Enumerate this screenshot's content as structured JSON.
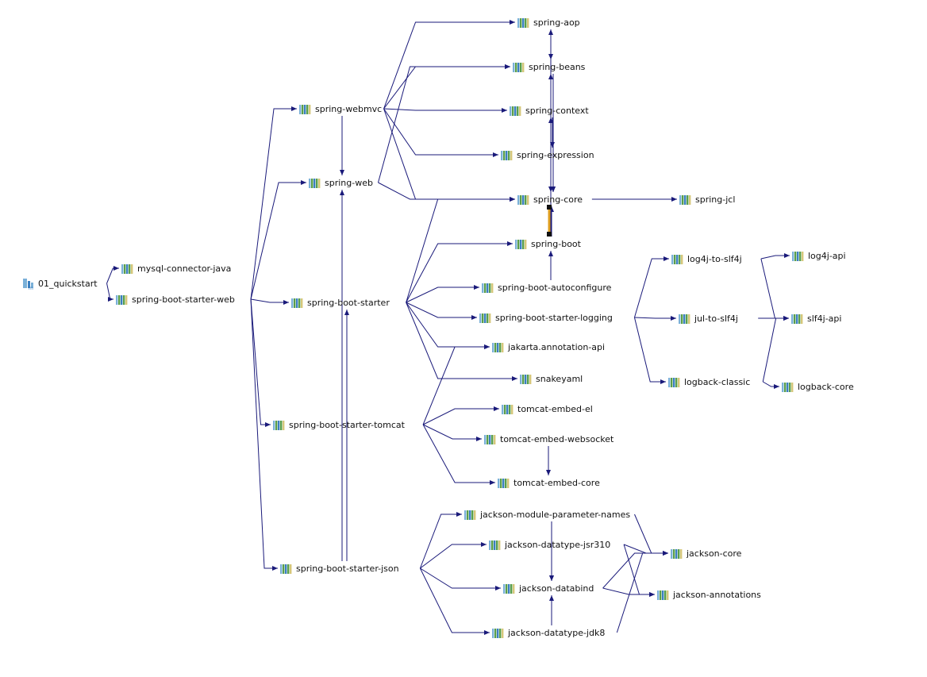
{
  "graph": {
    "root": {
      "id": "quickstart",
      "label": "01_quickstart",
      "icon": "maven-module-icon"
    },
    "nodes": [
      {
        "id": "mysql",
        "label": "mysql-connector-java"
      },
      {
        "id": "sbsweb",
        "label": "spring-boot-starter-web"
      },
      {
        "id": "webmvc",
        "label": "spring-webmvc"
      },
      {
        "id": "web",
        "label": "spring-web"
      },
      {
        "id": "sbstarter",
        "label": "spring-boot-starter"
      },
      {
        "id": "tomcat",
        "label": "spring-boot-starter-tomcat"
      },
      {
        "id": "json",
        "label": "spring-boot-starter-json"
      },
      {
        "id": "aop",
        "label": "spring-aop"
      },
      {
        "id": "beans",
        "label": "spring-beans"
      },
      {
        "id": "context",
        "label": "spring-context"
      },
      {
        "id": "expression",
        "label": "spring-expression"
      },
      {
        "id": "core",
        "label": "spring-core"
      },
      {
        "id": "jcl",
        "label": "spring-jcl"
      },
      {
        "id": "boot",
        "label": "spring-boot"
      },
      {
        "id": "autoconf",
        "label": "spring-boot-autoconfigure"
      },
      {
        "id": "logging",
        "label": "spring-boot-starter-logging"
      },
      {
        "id": "jakarta",
        "label": "jakarta.annotation-api"
      },
      {
        "id": "snakeyaml",
        "label": "snakeyaml"
      },
      {
        "id": "tel",
        "label": "tomcat-embed-el"
      },
      {
        "id": "tws",
        "label": "tomcat-embed-websocket"
      },
      {
        "id": "tcore",
        "label": "tomcat-embed-core"
      },
      {
        "id": "log4jslf",
        "label": "log4j-to-slf4j"
      },
      {
        "id": "log4japi",
        "label": "log4j-api"
      },
      {
        "id": "jul",
        "label": "jul-to-slf4j"
      },
      {
        "id": "slf4j",
        "label": "slf4j-api"
      },
      {
        "id": "logback",
        "label": "logback-classic"
      },
      {
        "id": "logbackcore",
        "label": "logback-core"
      },
      {
        "id": "jmpn",
        "label": "jackson-module-parameter-names"
      },
      {
        "id": "jsr310",
        "label": "jackson-datatype-jsr310"
      },
      {
        "id": "databind",
        "label": "jackson-databind"
      },
      {
        "id": "jdk8",
        "label": "jackson-datatype-jdk8"
      },
      {
        "id": "jcore",
        "label": "jackson-core"
      },
      {
        "id": "jann",
        "label": "jackson-annotations"
      }
    ],
    "edges": [
      [
        "quickstart",
        "mysql"
      ],
      [
        "quickstart",
        "sbsweb"
      ],
      [
        "sbsweb",
        "webmvc"
      ],
      [
        "sbsweb",
        "web"
      ],
      [
        "sbsweb",
        "sbstarter"
      ],
      [
        "sbsweb",
        "tomcat"
      ],
      [
        "sbsweb",
        "json"
      ],
      [
        "webmvc",
        "aop"
      ],
      [
        "webmvc",
        "beans"
      ],
      [
        "webmvc",
        "context"
      ],
      [
        "webmvc",
        "expression"
      ],
      [
        "webmvc",
        "core"
      ],
      [
        "webmvc",
        "web"
      ],
      [
        "web",
        "beans"
      ],
      [
        "web",
        "core"
      ],
      [
        "aop",
        "beans"
      ],
      [
        "aop",
        "core"
      ],
      [
        "context",
        "aop"
      ],
      [
        "context",
        "beans"
      ],
      [
        "context",
        "expression"
      ],
      [
        "context",
        "core"
      ],
      [
        "beans",
        "core"
      ],
      [
        "expression",
        "core"
      ],
      [
        "core",
        "jcl"
      ],
      [
        "sbstarter",
        "boot"
      ],
      [
        "sbstarter",
        "autoconf"
      ],
      [
        "sbstarter",
        "logging"
      ],
      [
        "sbstarter",
        "jakarta"
      ],
      [
        "sbstarter",
        "snakeyaml"
      ],
      [
        "sbstarter",
        "core"
      ],
      [
        "boot",
        "context"
      ],
      [
        "boot",
        "core"
      ],
      [
        "autoconf",
        "boot"
      ],
      [
        "tomcat",
        "jakarta"
      ],
      [
        "tomcat",
        "tel"
      ],
      [
        "tomcat",
        "tws"
      ],
      [
        "tomcat",
        "tcore"
      ],
      [
        "tws",
        "tcore"
      ],
      [
        "logging",
        "log4jslf"
      ],
      [
        "logging",
        "jul"
      ],
      [
        "logging",
        "logback"
      ],
      [
        "log4jslf",
        "log4japi"
      ],
      [
        "log4jslf",
        "slf4j"
      ],
      [
        "jul",
        "slf4j"
      ],
      [
        "logback",
        "slf4j"
      ],
      [
        "logback",
        "logbackcore"
      ],
      [
        "json",
        "jmpn"
      ],
      [
        "json",
        "jsr310"
      ],
      [
        "json",
        "databind"
      ],
      [
        "json",
        "jdk8"
      ],
      [
        "json",
        "sbstarter"
      ],
      [
        "json",
        "web"
      ],
      [
        "jmpn",
        "jcore"
      ],
      [
        "jmpn",
        "databind"
      ],
      [
        "jsr310",
        "jcore"
      ],
      [
        "jsr310",
        "jann"
      ],
      [
        "jsr310",
        "databind"
      ],
      [
        "databind",
        "jcore"
      ],
      [
        "databind",
        "jann"
      ],
      [
        "jdk8",
        "jcore"
      ],
      [
        "jdk8",
        "databind"
      ]
    ],
    "highlight_edge": [
      "core",
      "boot"
    ],
    "colors": {
      "edge": "#1a1a7a",
      "highlight": "#e0a020",
      "highlight_end": "#111111",
      "jar_icon": [
        "#7ab0d8",
        "#5a9f4a",
        "#3a7fc0",
        "#d6c77a"
      ]
    }
  }
}
